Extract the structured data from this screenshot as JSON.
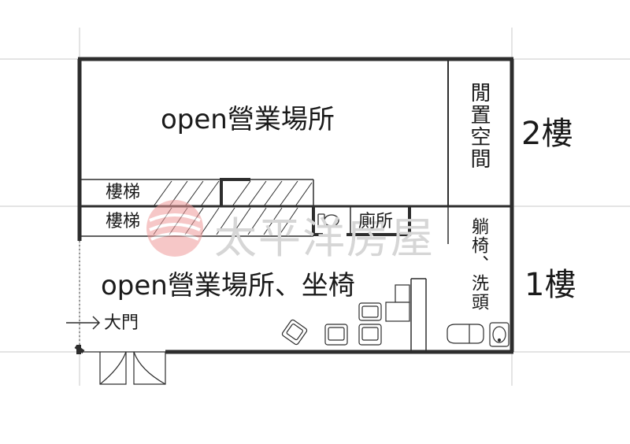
{
  "rooms": {
    "f2_main": "open營業場所",
    "f2_side": "閒置空間",
    "stairs_upper": "樓梯",
    "stairs_lower": "樓梯",
    "toilet": "廁所",
    "f1_main": "open營業場所、坐椅",
    "f1_side": "躺椅、洗頭",
    "entrance": "大門"
  },
  "floors": {
    "upper": "2樓",
    "lower": "1樓"
  },
  "watermark": {
    "text": "太平洋房屋"
  },
  "colors": {
    "wall": "#2d2d2d",
    "guide": "#bdbdbd",
    "watermark_red": "#e7a3a3"
  }
}
